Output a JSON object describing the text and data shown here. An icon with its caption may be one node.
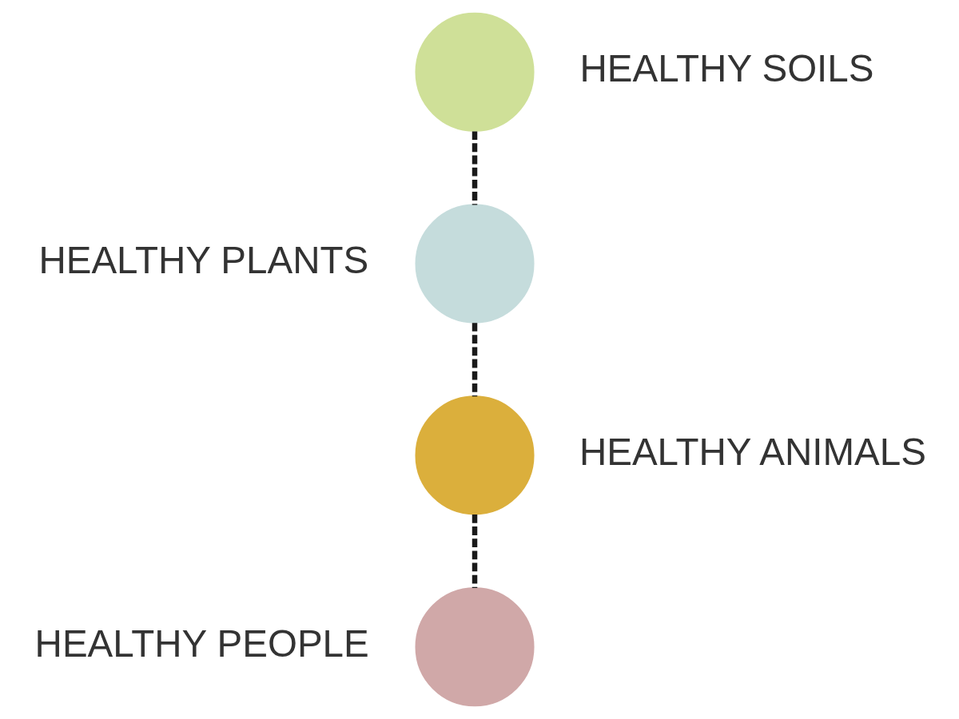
{
  "diagram": {
    "nodes": [
      {
        "text": [],
        "shape": "circle",
        "beside": [
          "HEALTHY SOILS"
        ]
      },
      {
        "text": [],
        "shape": "circle",
        "beside": [
          "HEALTHY PLANTS"
        ]
      },
      {
        "text": [],
        "shape": "circle",
        "beside": [
          "HEALTHY ANIMALS"
        ]
      },
      {
        "text": [],
        "shape": "circle",
        "beside": [
          "HEALTHY PEOPLE"
        ]
      }
    ],
    "edges": [
      {
        "from": 0,
        "to": 1,
        "arrow": "none",
        "style": "dashed"
      },
      {
        "from": 1,
        "to": 2,
        "arrow": "none",
        "style": "dashed"
      },
      {
        "from": 2,
        "to": 3,
        "arrow": "none",
        "style": "dashed"
      }
    ]
  }
}
